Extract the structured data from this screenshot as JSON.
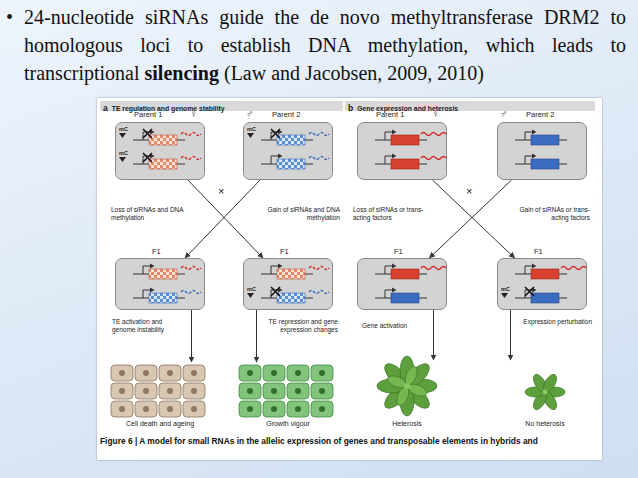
{
  "diagram": {
    "caption": "Figure 6 | A model for small RNAs in the allelic expression of genes and transposable elements in hybrids and",
    "nodes": [
      {
        "text": [
          "a",
          "TE regulation and genome stability"
        ]
      },
      {
        "text": [
          "Parent 1",
          "♀",
          "mC",
          "mC"
        ],
        "in": 0
      },
      {
        "text": [
          "♂",
          "Parent 2",
          "mC"
        ],
        "in": 0
      },
      {
        "text": [
          "F1"
        ],
        "in": 0
      },
      {
        "text": [
          "F1",
          "mC"
        ],
        "in": 0
      },
      {
        "text": [
          "Cell death and ageing"
        ],
        "in": 0
      },
      {
        "text": [
          "Growth vigour"
        ],
        "in": 0
      },
      {
        "text": [
          "b",
          "Gene expression and heterosis"
        ]
      },
      {
        "text": [
          "Parent 1",
          "♀"
        ],
        "in": 7
      },
      {
        "text": [
          "♂",
          "Parent 2"
        ],
        "in": 7
      },
      {
        "text": [
          "F1"
        ],
        "in": 7
      },
      {
        "text": [
          "F1",
          "mC"
        ],
        "in": 7
      },
      {
        "text": [
          "Heterosis"
        ],
        "in": 7
      },
      {
        "text": [
          "No heterosis"
        ],
        "in": 7
      }
    ],
    "edges": [
      {
        "from": 2,
        "to": 3,
        "label": "Loss of siRNAs and DNA methylation",
        "arrow": "to"
      },
      {
        "from": 1,
        "to": 4,
        "label": "Gain of siRNAs and DNA methylation",
        "arrow": "to"
      },
      {
        "from": 3,
        "to": 5,
        "label": "TE activation and genome instability",
        "arrow": "to"
      },
      {
        "from": 4,
        "to": 6,
        "label": "TE repression and gene expression changes",
        "arrow": "to"
      },
      {
        "from": 9,
        "to": 10,
        "label": "Loss of siRNAs or trans-acting factors",
        "arrow": "to"
      },
      {
        "from": 8,
        "to": 11,
        "label": "Gain of siRNAs or trans-acting factors",
        "arrow": "to"
      },
      {
        "from": 10,
        "to": 12,
        "label": "Gene activation",
        "arrow": "to"
      },
      {
        "from": 11,
        "to": 13,
        "label": "Expression perturbation",
        "arrow": "to"
      }
    ],
    "labels": [
      "•",
      "24-nucleotide siRNAs guide the de novo methyltransferase DRM2 to homologous loci to establish DNA methylation, which leads to transcriptional",
      "silencing",
      "(Law and Jacobsen, 2009, 2010)",
      "×",
      "×"
    ]
  }
}
